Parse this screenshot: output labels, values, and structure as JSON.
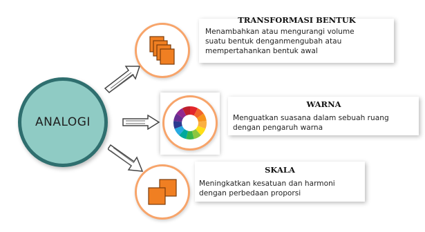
{
  "center": {
    "label": "ANALOGI"
  },
  "items": [
    {
      "title": "TRANSFORMASI BENTUK",
      "lines": [
        "Menambahkan atau mengurangi volume",
        "suatu bentuk denganmengubah atau",
        "mempertahankan bentuk awal"
      ],
      "icon": "stacked-squares-icon"
    },
    {
      "title": "WARNA",
      "lines": [
        "Menguatkan suasana dalam sebuah ruang",
        "dengan pengaruh warna"
      ],
      "icon": "color-wheel-icon"
    },
    {
      "title": "SKALA",
      "lines": [
        "Meningkatkan kesatuan dan harmoni",
        "dengan perbedaan proporsi"
      ],
      "icon": "overlapping-squares-icon"
    }
  ],
  "colors": {
    "hub_fill": "#8fcbc4",
    "hub_border": "#2f6f6f",
    "node_border": "#f7a46a",
    "icon_fill": "#f07f22",
    "icon_stroke": "#7a3b0a"
  }
}
